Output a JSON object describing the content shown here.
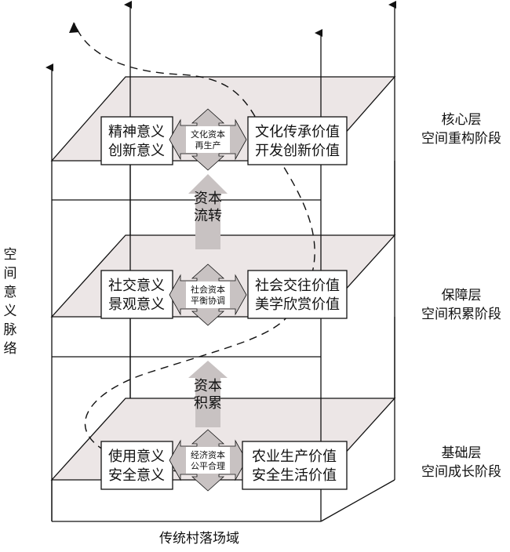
{
  "layers": [
    {
      "name": "核心层",
      "stage": "空间重构阶段",
      "left_box": [
        "精神意义",
        "创新意义"
      ],
      "connector": [
        "文化资本",
        "再生产"
      ],
      "right_box": [
        "文化传承价值",
        "开发创新价值"
      ]
    },
    {
      "name": "保障层",
      "stage": "空间积累阶段",
      "left_box": [
        "社交意义",
        "景观意义"
      ],
      "connector": [
        "社会资本",
        "平衡协调"
      ],
      "right_box": [
        "社会交往价值",
        "美学欣赏价值"
      ]
    },
    {
      "name": "基础层",
      "stage": "空间成长阶段",
      "left_box": [
        "使用意义",
        "安全意义"
      ],
      "connector": [
        "经济资本",
        "公平合理"
      ],
      "right_box": [
        "农业生产价值",
        "安全生活价值"
      ]
    }
  ],
  "flows": [
    {
      "chars": [
        "资本",
        "流转"
      ]
    },
    {
      "chars": [
        "资本",
        "积累"
      ]
    }
  ],
  "left_axis_label": [
    "空",
    "间",
    "意",
    "义",
    "脉",
    "络"
  ],
  "bottom_label": "传统村落场域",
  "colors": {
    "plane_fill": "#ece6e6",
    "arrow_fill": "#c8c2c2",
    "line": "#111111"
  }
}
